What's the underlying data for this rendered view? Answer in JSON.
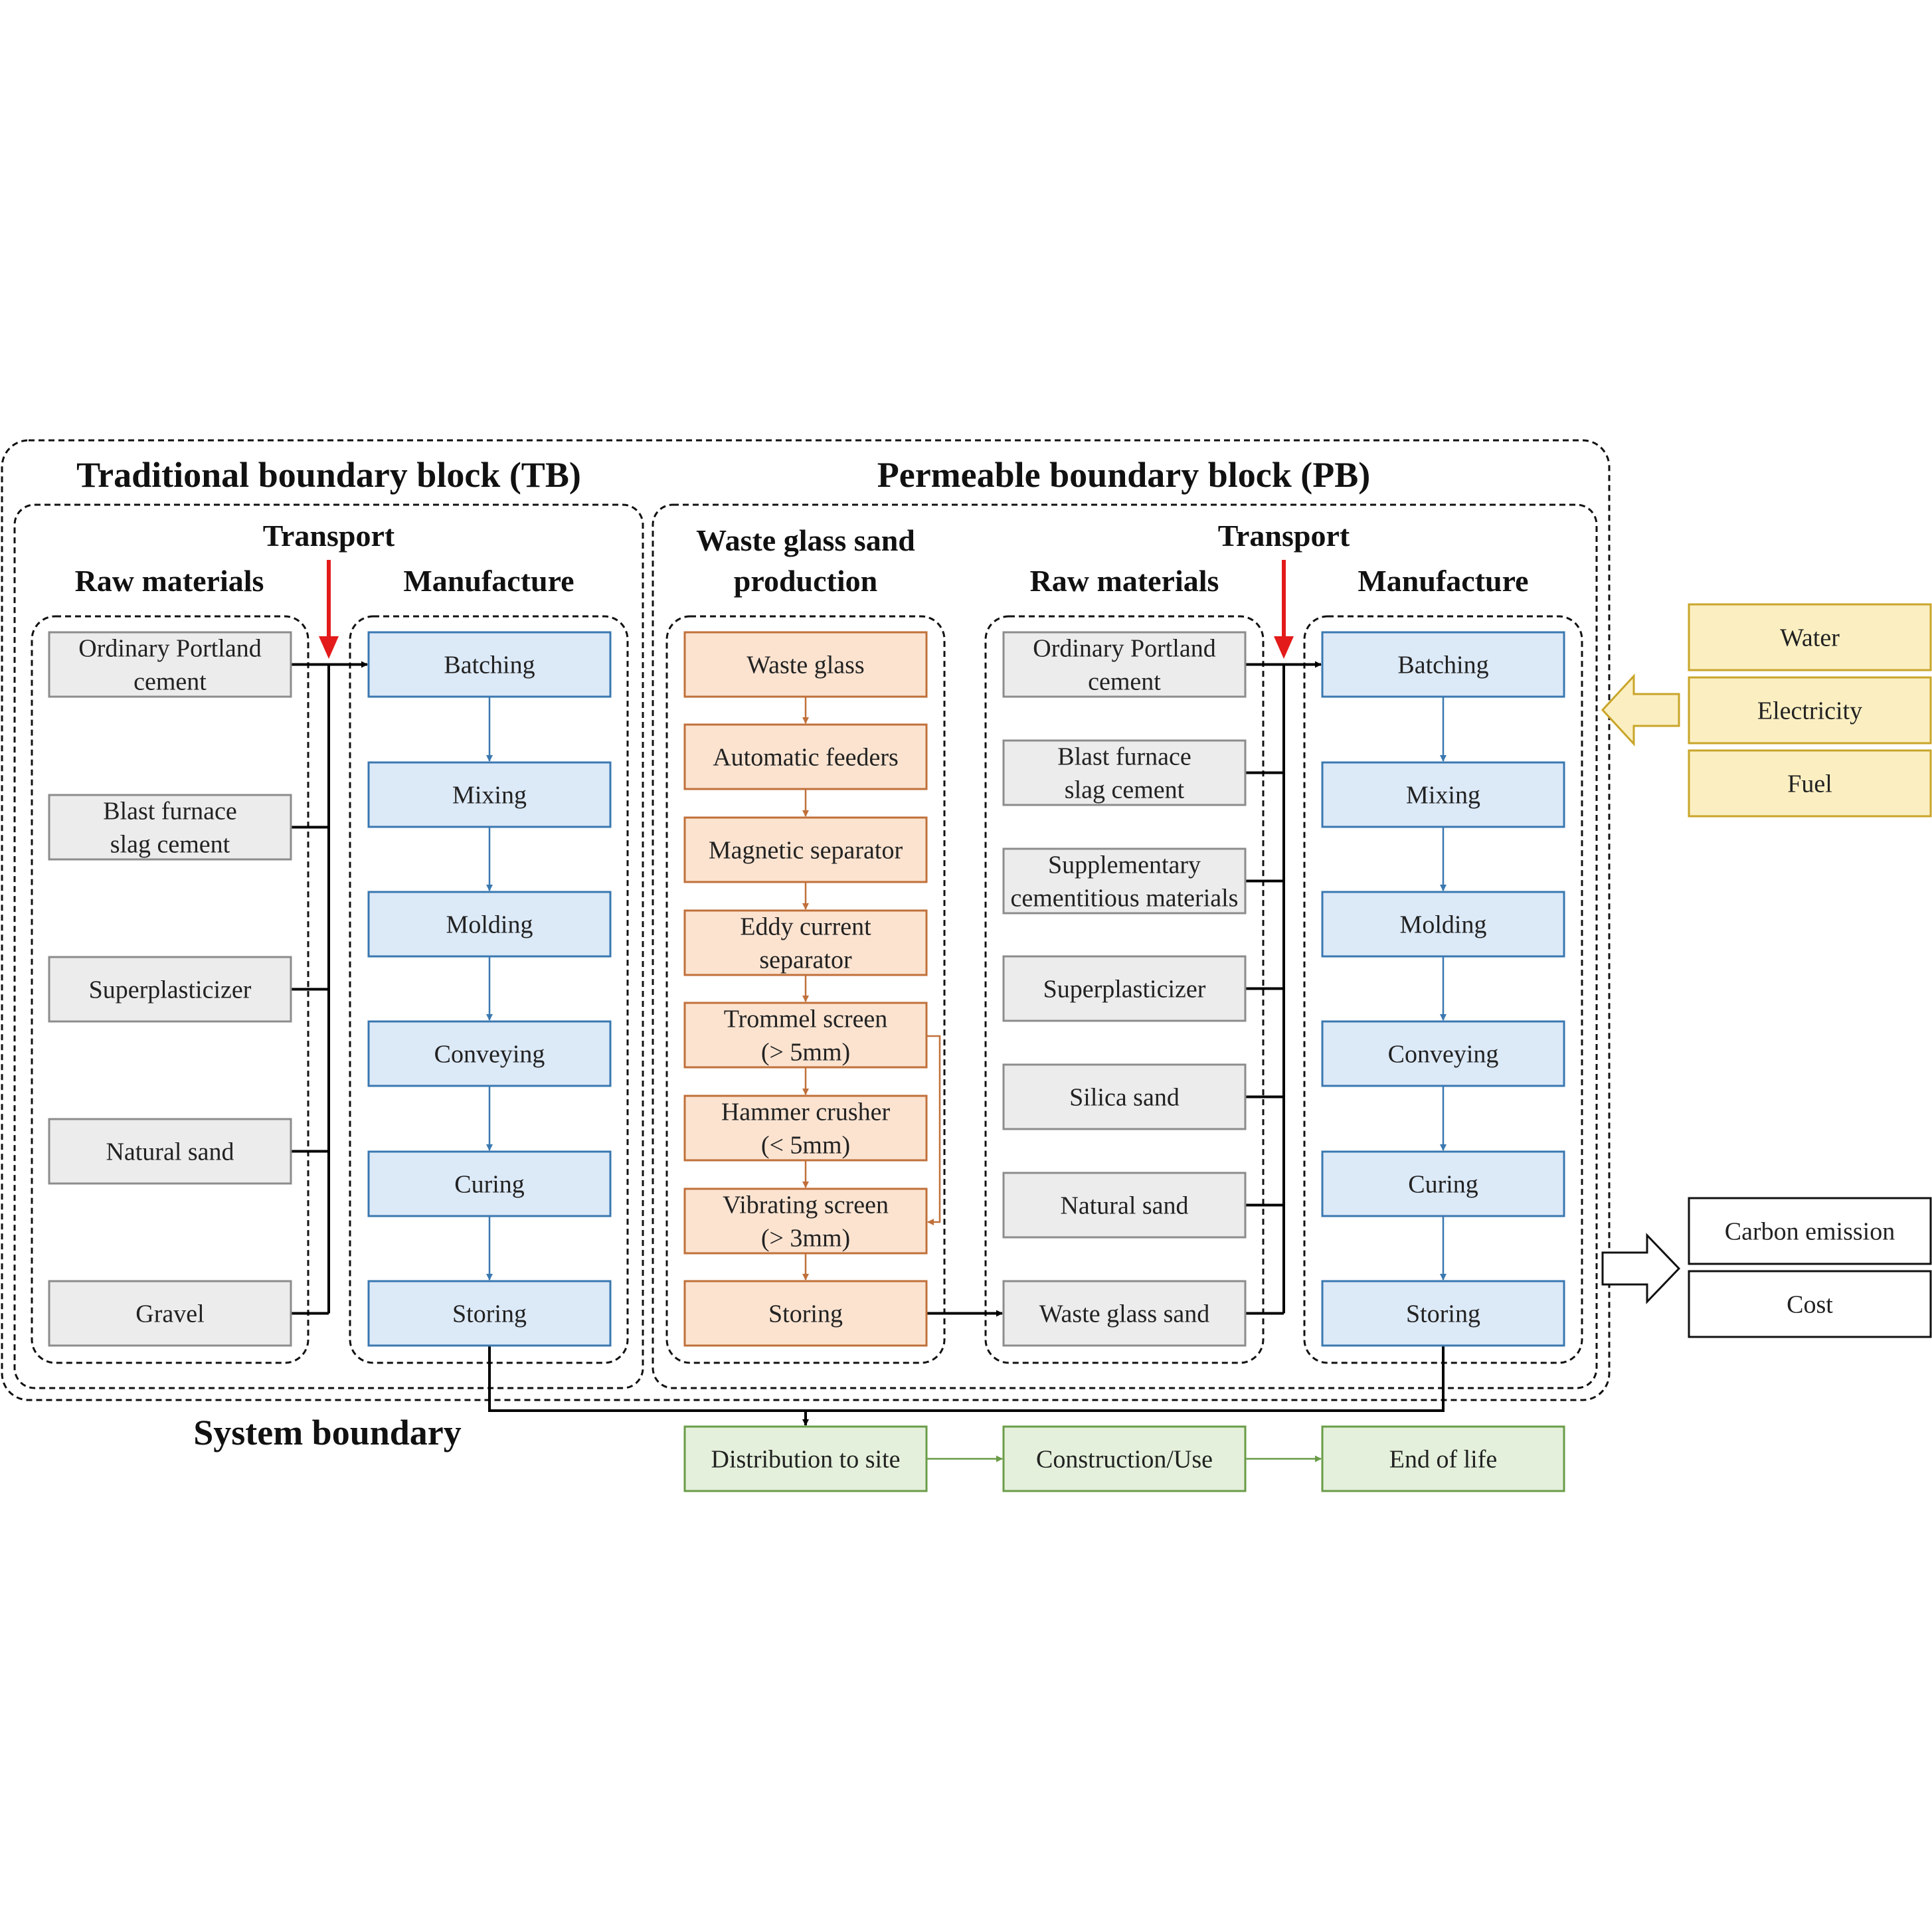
{
  "headings": {
    "tb_title": "Traditional boundary block (TB)",
    "pb_title": "Permeable boundary block (PB)",
    "system_boundary": "System boundary",
    "tb_transport": "Transport",
    "tb_raw": "Raw materials",
    "tb_manufacture": "Manufacture",
    "pb_glass_line1": "Waste glass sand",
    "pb_glass_line2": "production",
    "pb_transport": "Transport",
    "pb_raw": "Raw materials",
    "pb_manufacture": "Manufacture"
  },
  "tb_raw": [
    [
      "Ordinary Portland",
      "cement"
    ],
    [
      "Blast furnace",
      "slag cement"
    ],
    [
      "Superplasticizer"
    ],
    [
      "Natural sand"
    ],
    [
      "Gravel"
    ]
  ],
  "manufacture": [
    "Batching",
    "Mixing",
    "Molding",
    "Conveying",
    "Curing",
    "Storing"
  ],
  "glass_steps": [
    [
      "Waste glass"
    ],
    [
      "Automatic feeders"
    ],
    [
      "Magnetic separator"
    ],
    [
      "Eddy current",
      "separator"
    ],
    [
      "Trommel screen",
      "(> 5mm)"
    ],
    [
      "Hammer crusher",
      "(< 5mm)"
    ],
    [
      "Vibrating screen",
      "(> 3mm)"
    ],
    [
      "Storing"
    ]
  ],
  "pb_raw": [
    [
      "Ordinary Portland",
      "cement"
    ],
    [
      "Blast furnace",
      "slag cement"
    ],
    [
      "Supplementary",
      "cementitious materials"
    ],
    [
      "Superplasticizer"
    ],
    [
      "Silica sand"
    ],
    [
      "Natural sand"
    ],
    [
      "Waste glass sand"
    ]
  ],
  "downstream": [
    "Distribution to site",
    "Construction/Use",
    "End of life"
  ],
  "inputs": [
    "Water",
    "Electricity",
    "Fuel"
  ],
  "outputs": [
    "Carbon emission",
    "Cost"
  ],
  "colors": {
    "raw_fill": "#ececec",
    "raw_stroke": "#8c8c8c",
    "mfg_fill": "#dce9f7",
    "mfg_stroke": "#3a78b0",
    "glass_fill": "#fbe3d0",
    "glass_stroke": "#c0703a",
    "down_fill": "#e4f0db",
    "down_stroke": "#6a9c48",
    "input_fill": "#fbefc2",
    "input_stroke": "#c9a52a",
    "transport_arrow": "#e31b1b"
  }
}
